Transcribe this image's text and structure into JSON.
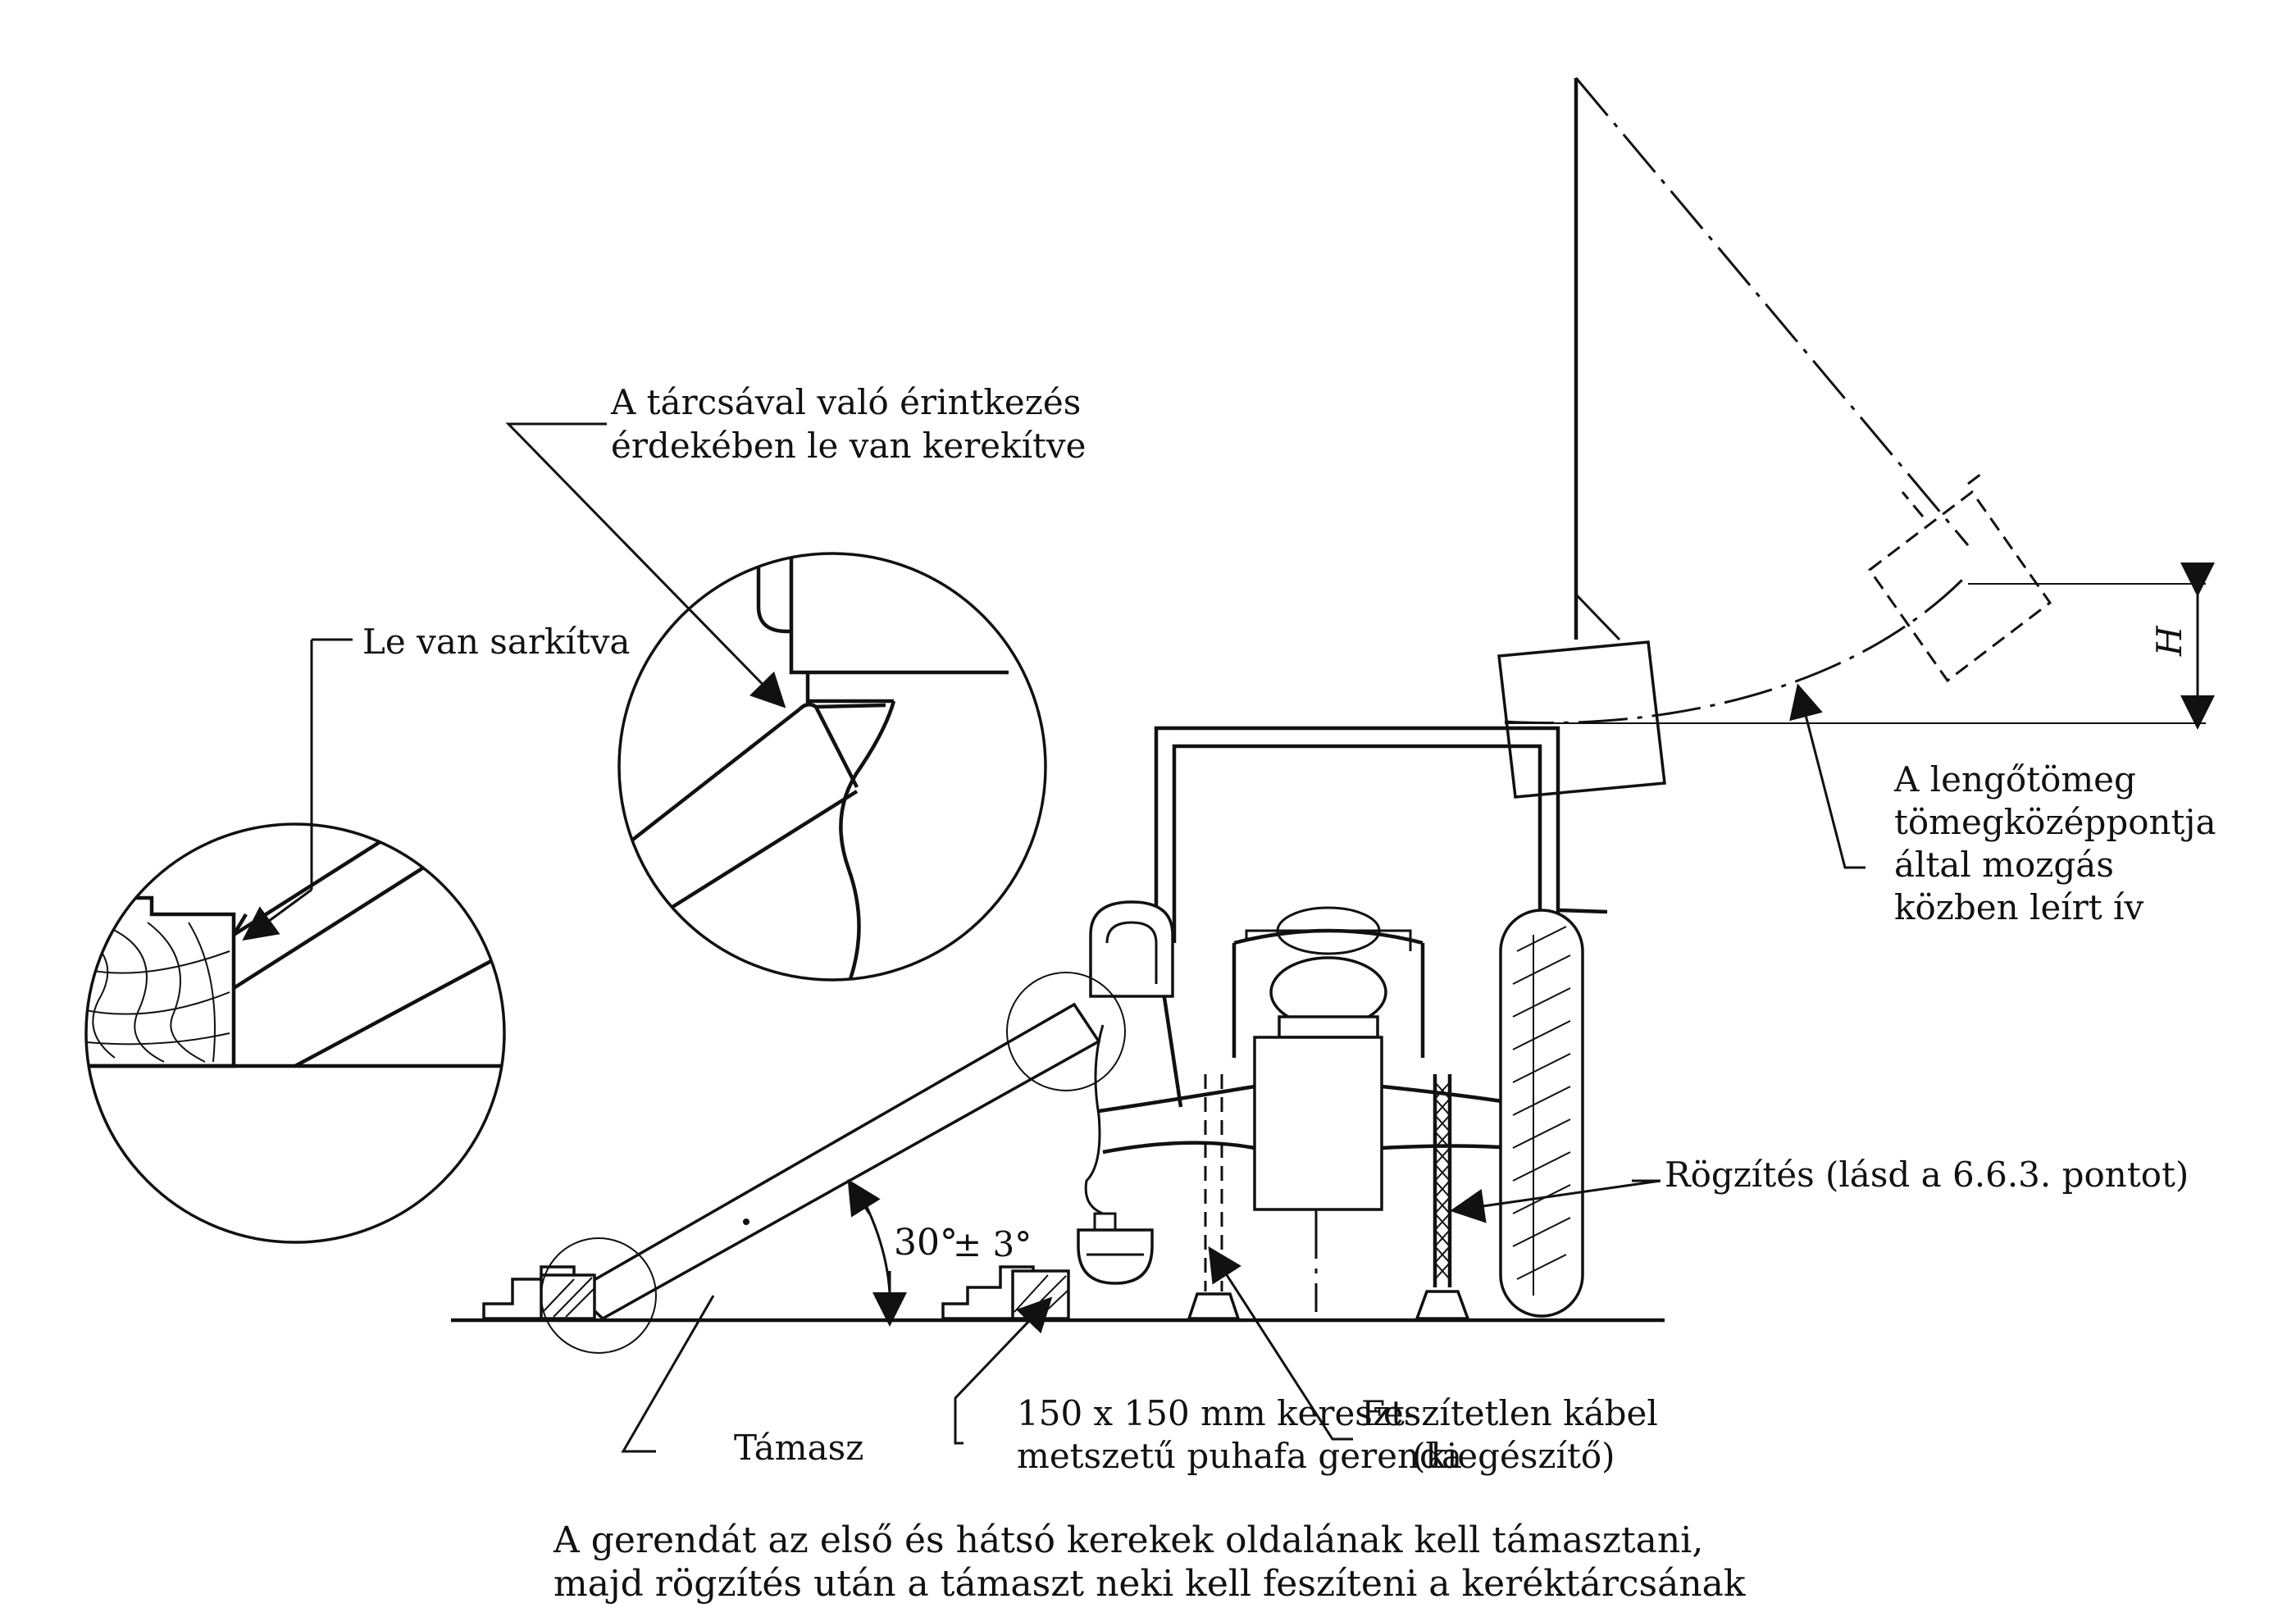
{
  "labels": {
    "contact_rounded_line1": "A tárcsával való érintkezés",
    "contact_rounded_line2": "érdekében le van kerekítve",
    "chamfered": "Le van sarkítva",
    "pendulum_arc_line1": "A lengőtömeg",
    "pendulum_arc_line2": "tömegközéppontja",
    "pendulum_arc_line3": "által mozgás",
    "pendulum_arc_line4": "közben leírt ív",
    "height_symbol": "H",
    "fixing": "Rögzítés (lásd a 6.6.3. pontot)",
    "angle_main": "30°",
    "angle_tol": "± 3°",
    "beam_line1": "150 x 150 mm kereszt-",
    "beam_line2": "metszetű puhafa gerenda",
    "cable_line1": "Feszítetlen kábel",
    "cable_line2": "(kiegészítő)",
    "support": "Támasz"
  },
  "caption": {
    "line1": "A gerendát az első és hátsó kerekek oldalának kell támasztani,",
    "line2": "majd rögzítés után a támaszt neki kell feszíteni a keréktárcsának"
  }
}
